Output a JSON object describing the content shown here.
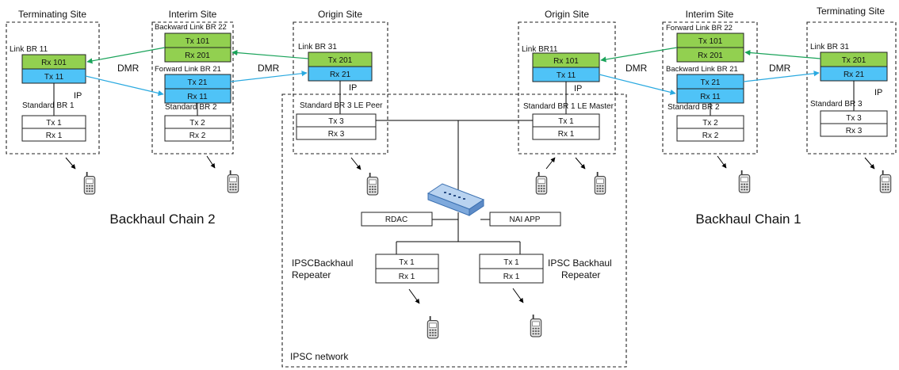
{
  "colors": {
    "green_fill": "#92d050",
    "blue_fill": "#4fc3f7",
    "green_link": "#1aa35a",
    "blue_link": "#29a9e0",
    "radio_arrow": "#000000"
  },
  "icons": {
    "handheld": "radio-handset-icon",
    "switch": "network-switch-icon"
  },
  "chain2": {
    "label": "Backhaul Chain 2",
    "terminating": {
      "title": "Terminating Site",
      "link_label": "Link BR 11",
      "link_tx_rx": [
        "Rx 101",
        "Tx 11"
      ],
      "ip_label": "IP",
      "standard_label": "Standard BR 1",
      "standard_rows": [
        "Tx 1",
        "Rx 1"
      ]
    },
    "interim": {
      "title": "Interim Site",
      "backward_label": "Backward Link BR 22",
      "backward_rows": [
        "Tx 101",
        "Rx 201"
      ],
      "forward_label": "Forward Link BR 21",
      "forward_rows": [
        "Tx 21",
        "Rx 11"
      ],
      "standard_label": "Standard BR 2",
      "standard_rows": [
        "Tx 2",
        "Rx 2"
      ]
    },
    "origin": {
      "title": "Origin Site",
      "link_label": "Link BR 31",
      "link_rows": [
        "Tx 201",
        "Rx 21"
      ],
      "ip_label": "IP",
      "standard_label": "Standard BR 3 LE Peer",
      "standard_rows": [
        "Tx 3",
        "Rx 3"
      ]
    },
    "dmr_labels": [
      "DMR",
      "DMR"
    ]
  },
  "chain1": {
    "label": "Backhaul Chain 1",
    "origin": {
      "title": "Origin Site",
      "link_label": "Link BR11",
      "link_rows": [
        "Rx 101",
        "Tx 11"
      ],
      "ip_label": "IP",
      "standard_label": "Standard BR 1  LE Master",
      "standard_rows": [
        "Tx 1",
        "Rx 1"
      ]
    },
    "interim": {
      "title": "Interim Site",
      "forward_label": "Forward Link BR 22",
      "forward_rows": [
        "Tx 101",
        "Rx 201"
      ],
      "backward_label": "Backward Link BR 21",
      "backward_rows": [
        "Tx 21",
        "Rx 11"
      ],
      "standard_label": "Standard BR 2",
      "standard_rows": [
        "Tx 2",
        "Rx 2"
      ]
    },
    "terminating": {
      "title": "Terminating Site",
      "link_label": "Link BR 31",
      "link_rows": [
        "Tx 201",
        "Rx 21"
      ],
      "ip_label": "IP",
      "standard_label": "Standard BR 3",
      "standard_rows": [
        "Tx 3",
        "Rx 3"
      ]
    },
    "dmr_labels": [
      "DMR",
      "DMR"
    ]
  },
  "ipsc": {
    "network_label": "IPSC network",
    "rdac_label": "RDAC",
    "nai_label": "NAI APP",
    "left_repeater": {
      "label_line1": "IPSCBackhaul",
      "label_line2": "Repeater",
      "rows": [
        "Tx 1",
        "Rx 1"
      ]
    },
    "right_repeater": {
      "label_line1": "IPSC Backhaul",
      "label_line2": "Repeater",
      "rows": [
        "Tx 1",
        "Rx 1"
      ]
    }
  }
}
